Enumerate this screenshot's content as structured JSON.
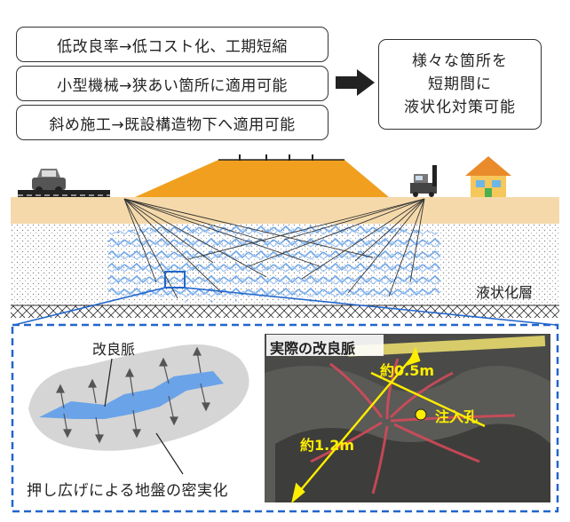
{
  "benefits": [
    "低改良率→低コスト化、工期短縮",
    "小型機械→狭あい箇所に適用可能",
    "斜め施工→既設構造物下へ適用可能"
  ],
  "result_lines": [
    "様々な箇所を",
    "短期間に",
    "液状化対策可能"
  ],
  "labels": {
    "liquefaction_layer": "液状化層",
    "improved_vein": "改良脈",
    "compaction": "押し広げによる地盤の密実化",
    "photo_title": "実際の改良脈",
    "length_short": "約0.5m",
    "length_long": "約1.2m",
    "injection_hole": "注入孔"
  },
  "colors": {
    "embankment": "#f0a01e",
    "soil_surface": "#f5d9aa",
    "liquefied_blue": "#6aa3e8",
    "accent_yellow": "#ffee00",
    "detail_border": "#2266cc"
  },
  "icons": [
    "car-icon",
    "drill-rig-icon",
    "house-icon",
    "right-arrow-icon"
  ]
}
